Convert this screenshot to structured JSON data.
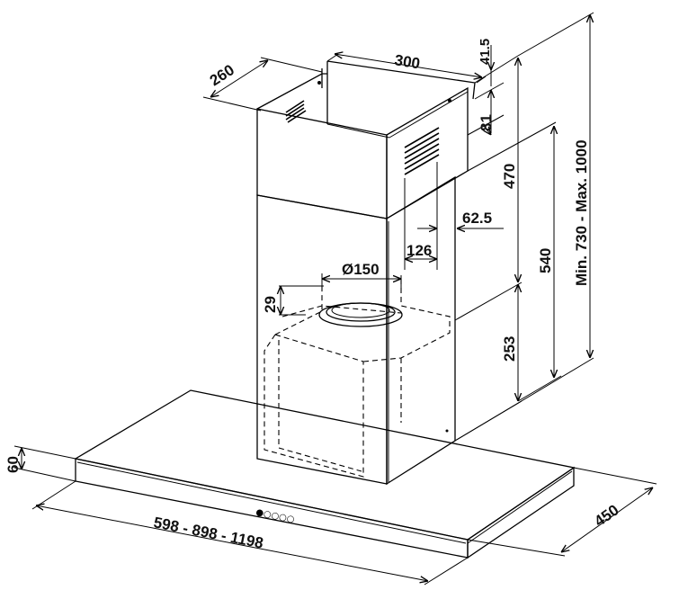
{
  "dimensions": {
    "depth_top": "260",
    "width_top": "300",
    "gap_top": "41.5",
    "chimney_upper": "81",
    "chimney_height": "470",
    "offset": "62.5",
    "hole_spacing": "126",
    "duct_diameter": "Ø150",
    "collar_height": "29",
    "lower_height": "253",
    "total_height": "540",
    "range_height": "Min. 730 - Max. 1000",
    "canopy_thickness": "60",
    "canopy_widths": "598 - 898 - 1198",
    "canopy_depth": "450"
  },
  "controls": {
    "indicator_dots": "●○○○○"
  }
}
